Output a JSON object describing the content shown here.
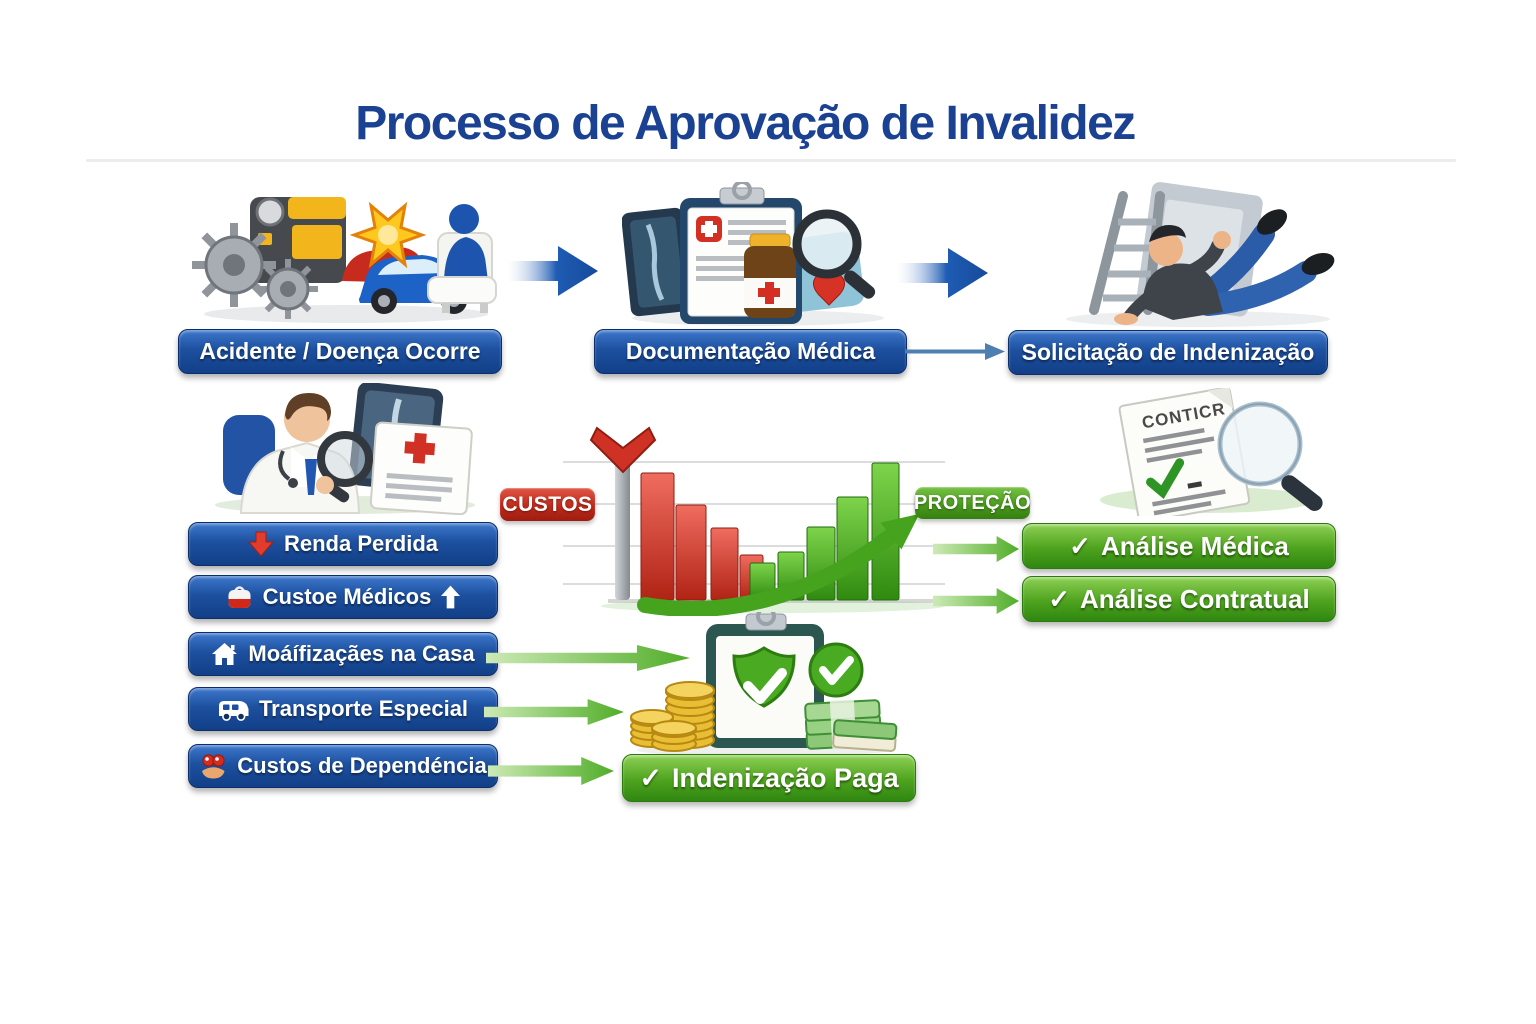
{
  "title": "Processo de Aprovação de Invalidez",
  "flow": {
    "steps": [
      {
        "label": "Acidente / Doença Ocorre",
        "illustration": "accident-collision-scene"
      },
      {
        "label": "Documentação Médica",
        "illustration": "medical-documents-clipboard-xray-medicine"
      },
      {
        "label": "Solicitação de Indenização",
        "illustration": "man-falling-from-ladder"
      }
    ]
  },
  "costs": {
    "badge_label": "CUSTOS",
    "items": [
      {
        "icon": "red-down-arrow-icon",
        "label": "Renda Perdida"
      },
      {
        "icon": "first-aid-kit-icon",
        "label": "Custoe Médicos",
        "trailing_icon": "white-up-arrow-icon"
      },
      {
        "icon": "house-icon",
        "label": "Moáífizaçães na Casa"
      },
      {
        "icon": "van-icon",
        "label": "Transporte Especial"
      },
      {
        "icon": "dependents-care-icon",
        "label": "Custos de Dependéncia"
      }
    ]
  },
  "protection": {
    "badge_label": "PROTEÇÃO",
    "buttons": [
      {
        "check": "✓",
        "label": "Análise Médica"
      },
      {
        "check": "✓",
        "label": "Análise Contratual"
      }
    ]
  },
  "payout": {
    "check": "✓",
    "label": "Indenização Paga"
  },
  "contract": {
    "heading": "CONTICR"
  },
  "chart_data": {
    "type": "bar",
    "title": "",
    "xlabel": "",
    "ylabel": "",
    "grid": true,
    "series": [
      {
        "name": "Custos (barras vermelhas, decrescentes)",
        "values": [
          127,
          95,
          72,
          45
        ]
      },
      {
        "name": "Proteção (barras verdes, crescentes)",
        "values": [
          37,
          48,
          73,
          103,
          137
        ]
      }
    ],
    "annotations": [
      "seta vermelha para baixo sobre poste",
      "seta verde ascendente para a direita"
    ]
  },
  "colors": {
    "title_blue": "#1b4193",
    "pill_blue": "#1d509f",
    "pill_green": "#4ea31e",
    "badge_red": "#c02a1b",
    "badge_green": "#4a9c1d",
    "arrow_blue": "#1e5cb4",
    "arrow_green": "#58b42e",
    "steel_arrow": "#4d7fb0"
  }
}
